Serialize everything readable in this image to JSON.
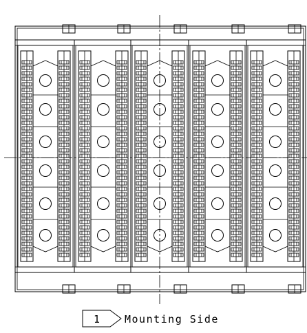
{
  "callout": {
    "number": "1",
    "label": "Mounting Side"
  },
  "drawing": {
    "subject": "connector-block-top-view",
    "module_count": 5,
    "hole_rows": 6,
    "line_color": "#000000",
    "background": "#ffffff"
  }
}
